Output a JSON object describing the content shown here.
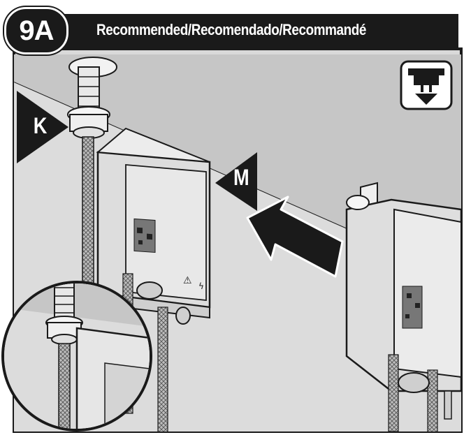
{
  "header": {
    "step": "9A",
    "title": "Recommended/Recomendado/Recommandé"
  },
  "callouts": {
    "k": "K",
    "m": "M"
  },
  "icons": {
    "corner": "under-sink-mount-icon",
    "arrow": "insert-direction-arrow"
  },
  "colors": {
    "ink": "#1a1a1a",
    "wall": "#d9d9d9",
    "ceiling": "#c4c4c4",
    "paper": "#ffffff"
  }
}
